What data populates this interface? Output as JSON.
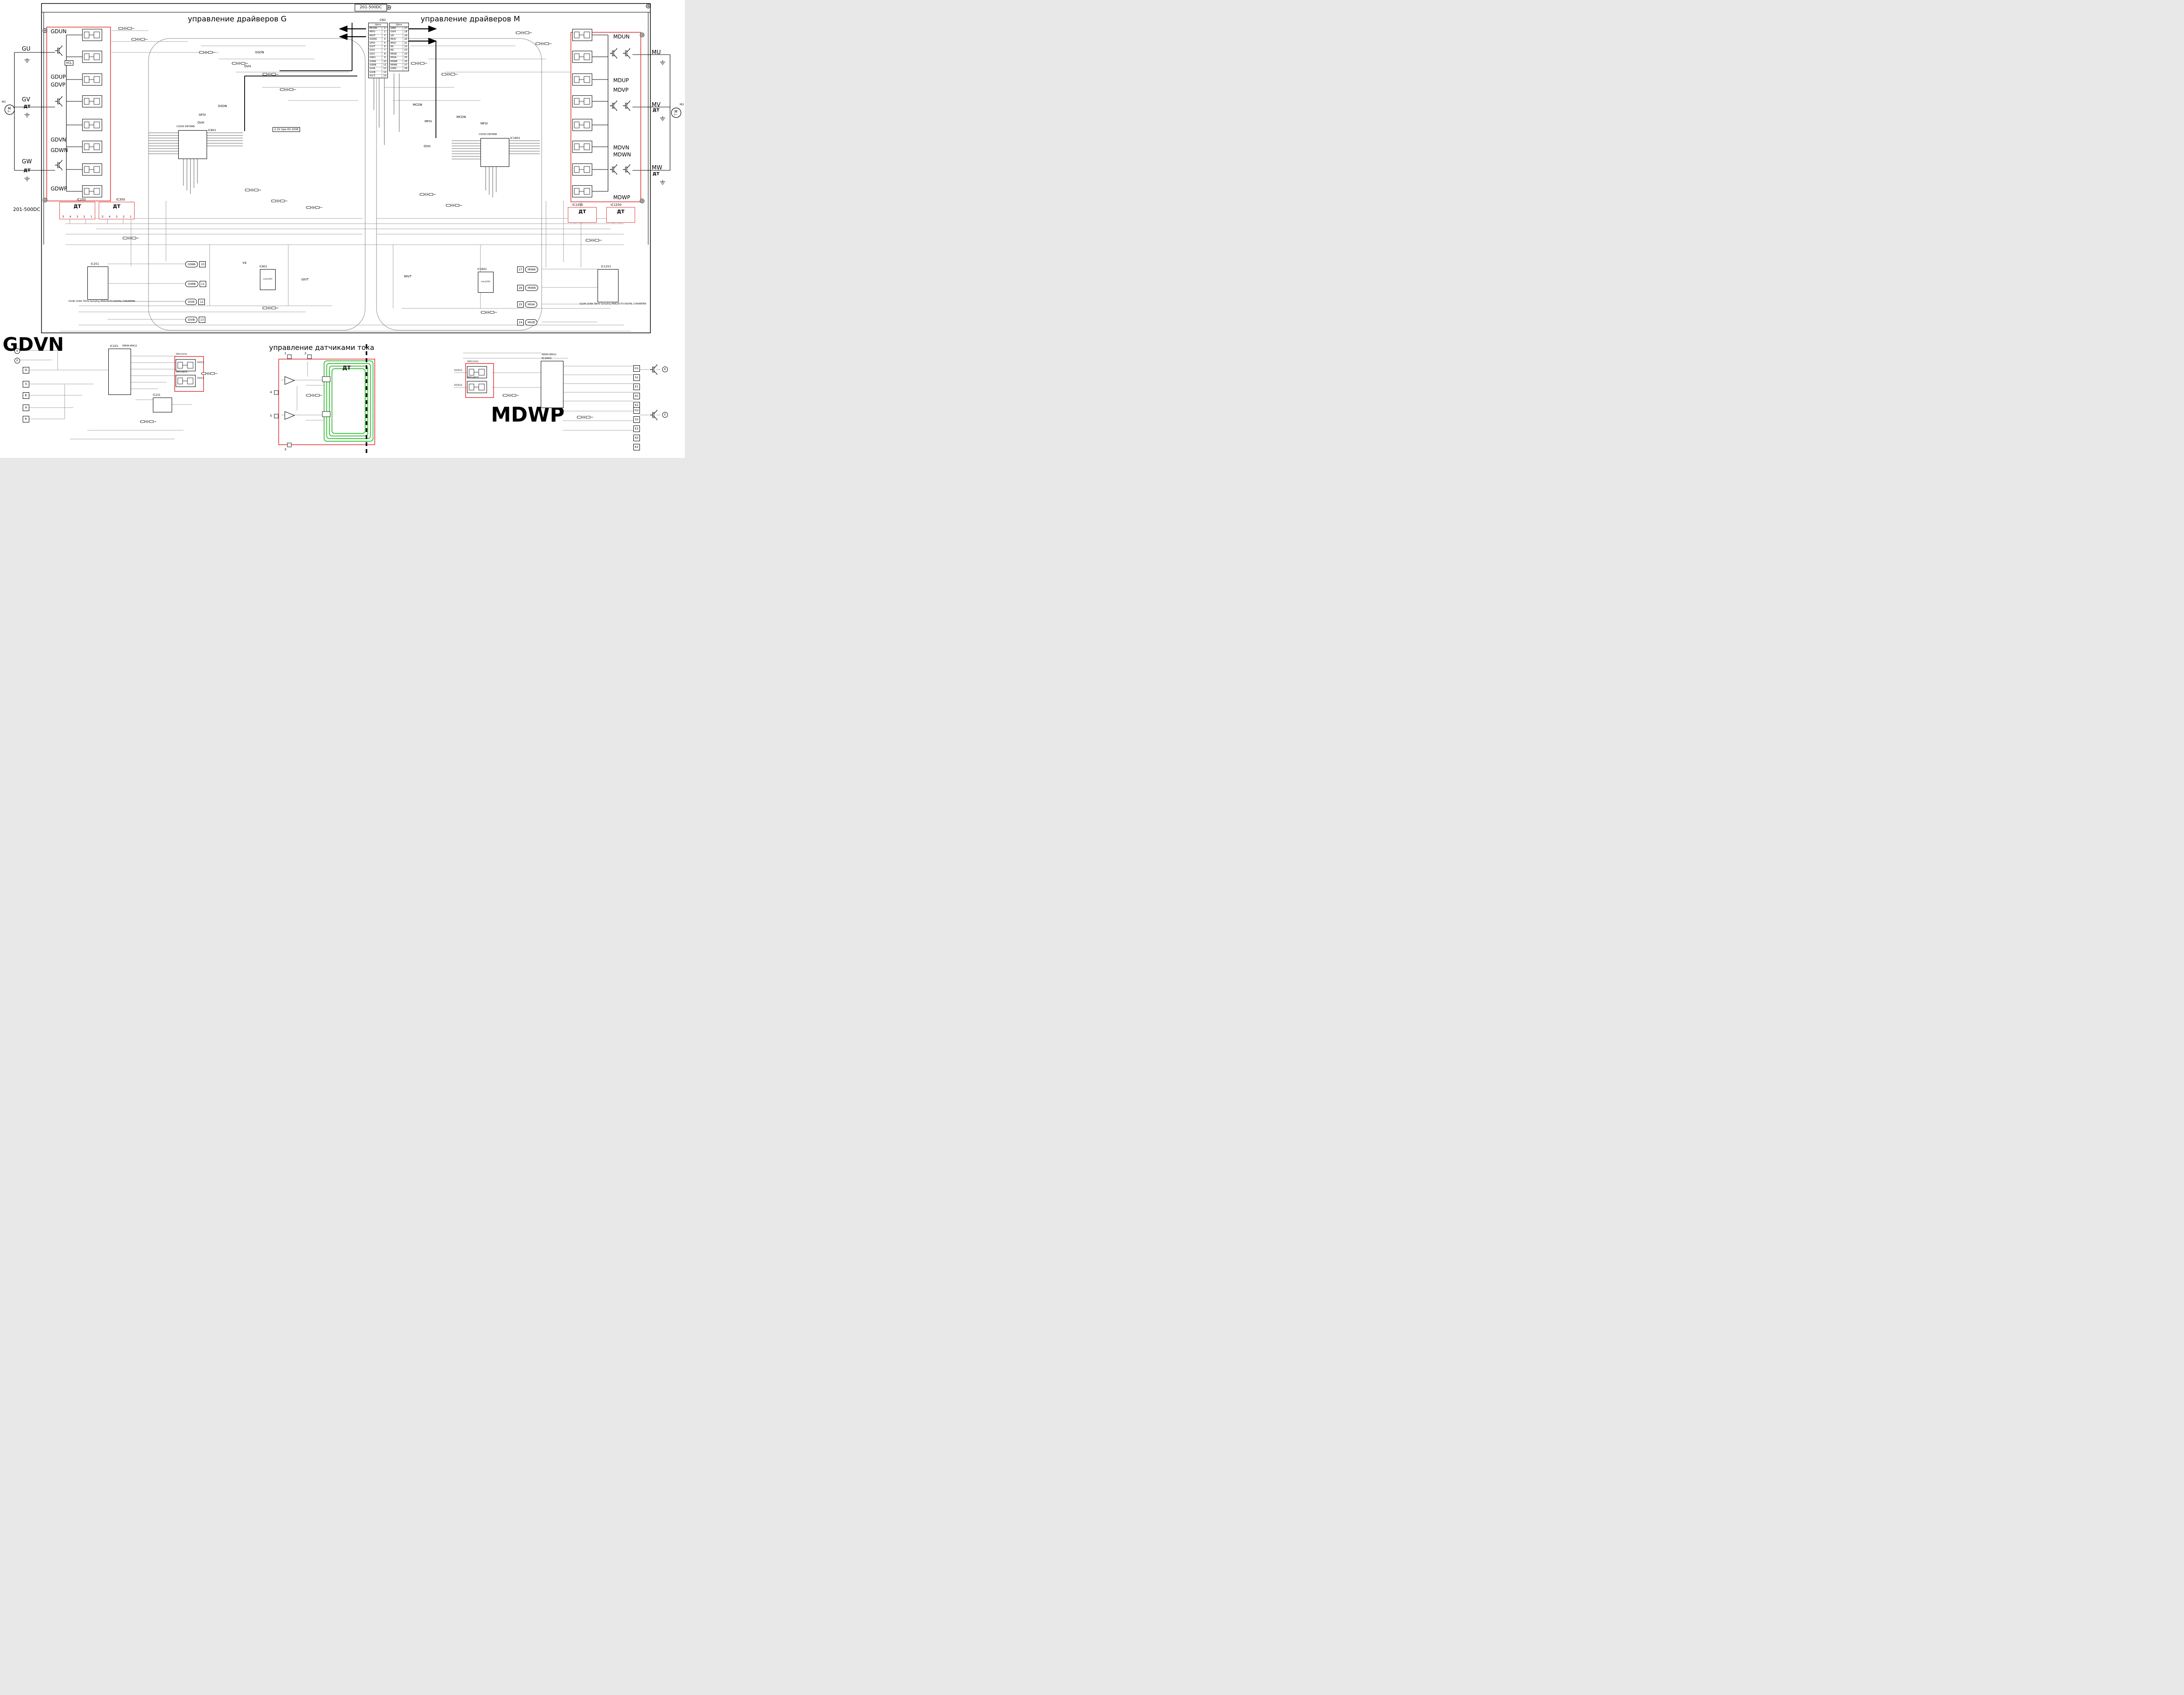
{
  "header": {
    "model_top": "201-500DC",
    "model_left": "201-500DC",
    "section_g": "управление драйверов G",
    "section_m": "управление драйверов М"
  },
  "dt": "ДТ",
  "motors": {
    "m1_ref": "M1",
    "m2_ref": "M2",
    "symbol": "M",
    "winding": "3~"
  },
  "g_phases": [
    {
      "label": "GU"
    },
    {
      "label": "GV"
    },
    {
      "label": "GW"
    }
  ],
  "m_phases": [
    {
      "label": "MU"
    },
    {
      "label": "MV"
    },
    {
      "label": "MW"
    }
  ],
  "g_drivers": [
    {
      "label": "GDUN"
    },
    {
      "label": "GDUP"
    },
    {
      "label": "GDVP"
    },
    {
      "label": "GDVN"
    },
    {
      "label": "GDWN"
    },
    {
      "label": "GDWP"
    }
  ],
  "m_drivers": [
    {
      "label": "MDUN"
    },
    {
      "label": "MDUP"
    },
    {
      "label": "MDVP"
    },
    {
      "label": "MDVN"
    },
    {
      "label": "MDWN"
    },
    {
      "label": "MDWP"
    }
  ],
  "misc": {
    "vcl": "VCL",
    "note_hv": "2.2V при HV 200В"
  },
  "nets": {
    "gsdn": "GSDN",
    "gfiv": "GFIV",
    "ovh": "OVH",
    "givt": "GIVT",
    "mcdn": "MCDN",
    "mfiv": "MFIV",
    "mivt": "MIVT",
    "v4": "V4"
  },
  "cn1": {
    "title": "CN1",
    "col_header": "Цепь",
    "left_pins": [
      {
        "name": "MCDN",
        "pin": "1"
      },
      {
        "name": "MFIV",
        "pin": "2"
      },
      {
        "name": "MIVT",
        "pin": "3"
      },
      {
        "name": "GSDN",
        "pin": "4"
      },
      {
        "name": "GFIV",
        "pin": "5"
      },
      {
        "name": "GIVT",
        "pin": "6"
      },
      {
        "name": "GUU",
        "pin": "7"
      },
      {
        "name": "GVU",
        "pin": "8"
      },
      {
        "name": "GWU",
        "pin": "9"
      },
      {
        "name": "GIWA",
        "pin": "10"
      },
      {
        "name": "GIWB",
        "pin": "11"
      },
      {
        "name": "GIVA",
        "pin": "12"
      },
      {
        "name": "GIVB",
        "pin": "13"
      },
      {
        "name": "IGCT",
        "pin": "14"
      }
    ],
    "right_pins": [
      {
        "name": "GND",
        "pin": "17"
      },
      {
        "name": "OVH",
        "pin": "18"
      },
      {
        "name": "VH",
        "pin": "19"
      },
      {
        "name": "MUU",
        "pin": "20"
      },
      {
        "name": "MVU",
        "pin": "21"
      },
      {
        "name": "NC",
        "pin": "22"
      },
      {
        "name": "NC",
        "pin": "23"
      },
      {
        "name": "MIVB",
        "pin": "24"
      },
      {
        "name": "MIVA",
        "pin": "25"
      },
      {
        "name": "MIWB",
        "pin": "26"
      },
      {
        "name": "MIWA",
        "pin": "27"
      },
      {
        "name": "GINV",
        "pin": "28"
      }
    ]
  },
  "dt_pins": [
    "5",
    "4",
    "3",
    "2",
    "1"
  ],
  "ics": {
    "ic801": {
      "ref": "IC801",
      "part": "CS030 D8786B"
    },
    "ic1801": {
      "ref": "IC1801",
      "part": "CS030 D8786B"
    },
    "ic251": {
      "ref": "IC251",
      "part": "CS240 10-Bit 75kHz Sampling ANALOG-TO-DIGITAL CONVERTER"
    },
    "ic1251": {
      "ref": "IC1251",
      "part": "CS240 10-Bit 75kHz Sampling ANALOG-TO-DIGITAL CONVERTER"
    },
    "ic802": {
      "ref": "IC802",
      "part": "max1291"
    },
    "ic1802": {
      "ref": "IC1802",
      "part": "max1291"
    },
    "ic250": {
      "ref": "IC250"
    },
    "ic350": {
      "ref": "IC350"
    },
    "ic1350": {
      "ref": "IC1350"
    },
    "ic1250": {
      "ref": "IC1250"
    }
  },
  "adc_g_channels": [
    {
      "name": "GIWA",
      "pin": "10"
    },
    {
      "name": "GIWB",
      "pin": "11"
    },
    {
      "name": "GIVA",
      "pin": "12"
    },
    {
      "name": "GIVB",
      "pin": "13"
    }
  ],
  "adc_m_channels": [
    {
      "pin": "27",
      "name": "MIWA"
    },
    {
      "pin": "26",
      "name": "MIWB"
    },
    {
      "pin": "25",
      "name": "MIVA"
    },
    {
      "pin": "24",
      "name": "MIVB"
    }
  ],
  "gdvn": {
    "title": "GDVN",
    "ic": {
      "ref": "IC201",
      "part": "06E9A B9K12"
    },
    "ic2": {
      "ref": "IC231"
    },
    "terminals": [
      "G",
      "S",
      "E",
      "A",
      "K"
    ],
    "contacts": [
      "K",
      "E"
    ],
    "optos": [
      {
        "ref": "D211",
        "part": "TMP121P32"
      },
      {
        "ref": "D212",
        "part": "TMP144B78"
      }
    ]
  },
  "sensors": {
    "title": "управление датчиками тока",
    "pins": [
      "1",
      "2",
      "3",
      "4",
      "5"
    ]
  },
  "mdwp": {
    "title": "MDWP",
    "ic": {
      "ref": "IC1601",
      "part": "06E9A B9K12"
    },
    "terminals_1": [
      "G1",
      "S1",
      "E1",
      "A1",
      "K1"
    ],
    "terminals_2": [
      "G2",
      "S2",
      "E2",
      "A2",
      "K2"
    ],
    "contacts": [
      "K",
      "E"
    ],
    "optos": [
      {
        "ref": "D1511",
        "part": "TMP121P32"
      },
      {
        "ref": "D1512",
        "part": "TMP144B78"
      }
    ]
  }
}
